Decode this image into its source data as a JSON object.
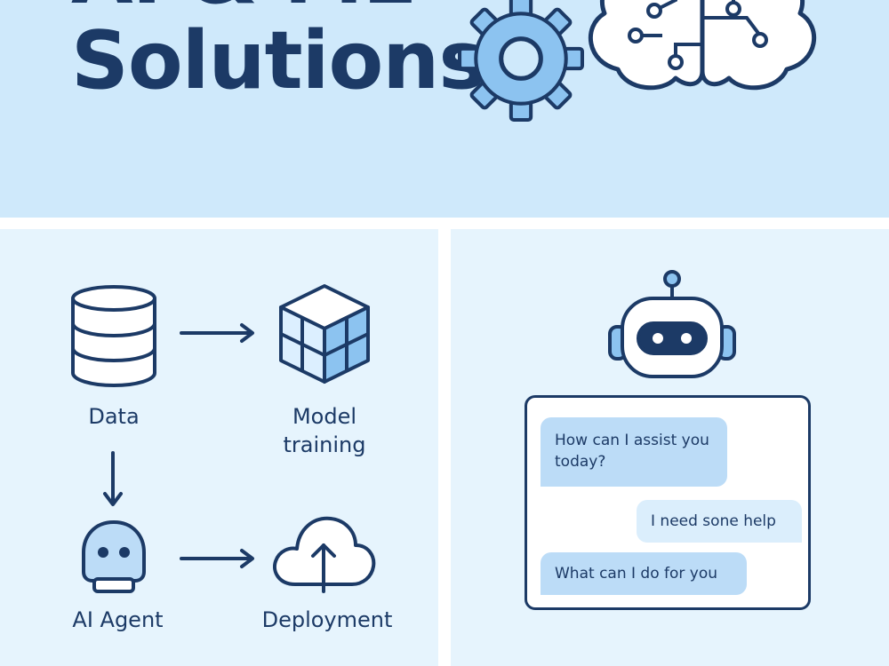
{
  "hero": {
    "title_line1": "AI & ML",
    "title_line2": "Solutions"
  },
  "pipeline": {
    "steps": [
      {
        "label": "Data"
      },
      {
        "label": "Model\ntraining"
      },
      {
        "label": "AI Agent"
      },
      {
        "label": "Deployment"
      }
    ]
  },
  "chat": {
    "messages": [
      {
        "from": "bot",
        "text": "How can I assist you today?"
      },
      {
        "from": "user",
        "text": "I need sone help"
      },
      {
        "from": "bot",
        "text": "What can I do for you"
      }
    ]
  },
  "colors": {
    "navy": "#1c3a66",
    "hero_bg": "#cfe9fb",
    "panel_bg": "#e6f4fd",
    "accent": "#8cc3f0"
  }
}
